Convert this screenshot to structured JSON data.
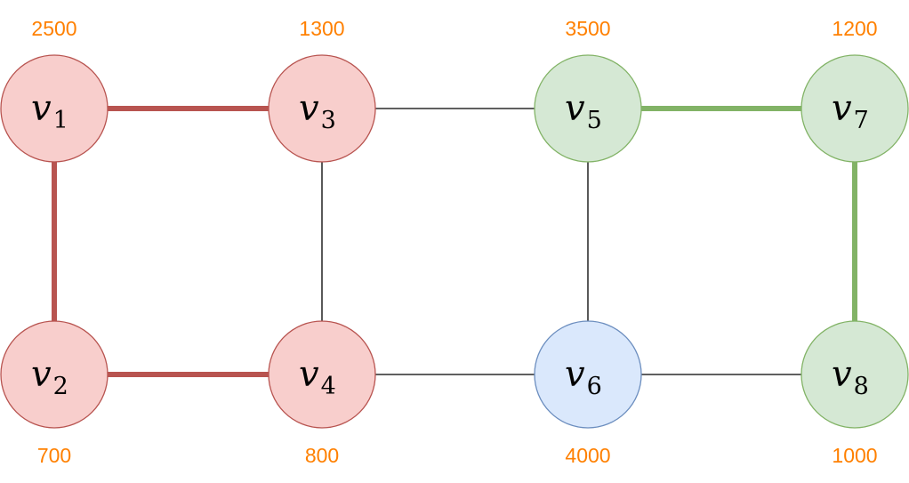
{
  "colors": {
    "red_fill": "#f8cecc",
    "red_stroke": "#b85450",
    "green_fill": "#d5e8d4",
    "green_stroke": "#82b366",
    "blue_fill": "#dae8fc",
    "blue_stroke": "#6c8ebf",
    "weight_text": "#ff8000",
    "plain_edge": "#000000"
  },
  "nodes": [
    {
      "id": "v1",
      "name": "v",
      "subscript": "1",
      "weight": "2500",
      "group": "red"
    },
    {
      "id": "v2",
      "name": "v",
      "subscript": "2",
      "weight": "700",
      "group": "red"
    },
    {
      "id": "v3",
      "name": "v",
      "subscript": "3",
      "weight": "1300",
      "group": "red"
    },
    {
      "id": "v4",
      "name": "v",
      "subscript": "4",
      "weight": "800",
      "group": "red"
    },
    {
      "id": "v5",
      "name": "v",
      "subscript": "5",
      "weight": "3500",
      "group": "green"
    },
    {
      "id": "v6",
      "name": "v",
      "subscript": "6",
      "weight": "4000",
      "group": "blue"
    },
    {
      "id": "v7",
      "name": "v",
      "subscript": "7",
      "weight": "1200",
      "group": "green"
    },
    {
      "id": "v8",
      "name": "v",
      "subscript": "8",
      "weight": "1000",
      "group": "green"
    }
  ],
  "edges": [
    {
      "from": "v1",
      "to": "v3",
      "style": "red"
    },
    {
      "from": "v1",
      "to": "v2",
      "style": "red"
    },
    {
      "from": "v2",
      "to": "v4",
      "style": "red"
    },
    {
      "from": "v3",
      "to": "v4",
      "style": "thin"
    },
    {
      "from": "v3",
      "to": "v5",
      "style": "thin"
    },
    {
      "from": "v4",
      "to": "v6",
      "style": "thin"
    },
    {
      "from": "v5",
      "to": "v6",
      "style": "thin"
    },
    {
      "from": "v5",
      "to": "v7",
      "style": "green"
    },
    {
      "from": "v7",
      "to": "v8",
      "style": "green"
    },
    {
      "from": "v6",
      "to": "v8",
      "style": "thin"
    }
  ]
}
